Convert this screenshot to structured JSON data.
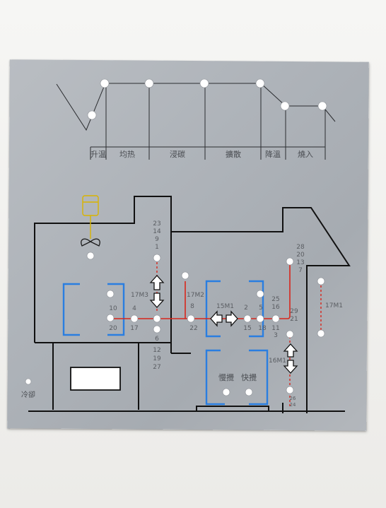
{
  "profile_stages": [
    "升温",
    "均热",
    "浸碳",
    "擴散",
    "降溫",
    "燒入"
  ],
  "valves": {
    "v17M3": "17M3",
    "v17M2": "17M2",
    "v15M1": "15M1",
    "v16M1": "16M1",
    "v17M1": "17M1"
  },
  "ports": {
    "left_top": [
      "23",
      "14",
      "9",
      "1"
    ],
    "left_side_a": [
      "10",
      "4"
    ],
    "left_side_b": [
      "20",
      "17"
    ],
    "left_bottom": [
      "6",
      "12",
      "19",
      "27"
    ],
    "mid": [
      "8",
      "22"
    ],
    "center_a": [
      "2",
      "15"
    ],
    "center_b": [
      "5",
      "18"
    ],
    "right_a": [
      "25",
      "16"
    ],
    "right_b": [
      "11",
      "3"
    ],
    "right_top": [
      "28",
      "20",
      "13",
      "7"
    ],
    "right_mid": [
      "29",
      "21"
    ],
    "right_low": [
      "26",
      "24"
    ]
  },
  "labels": {
    "slow_stir": "慢攪",
    "fast_stir": "快攪",
    "cooling": "冷卻"
  },
  "colors": {
    "panel": "#aeb3b9",
    "line": "#1a1a1a",
    "blue": "#2a7ee0",
    "red": "#d8261c",
    "yellow": "#d9b400"
  }
}
